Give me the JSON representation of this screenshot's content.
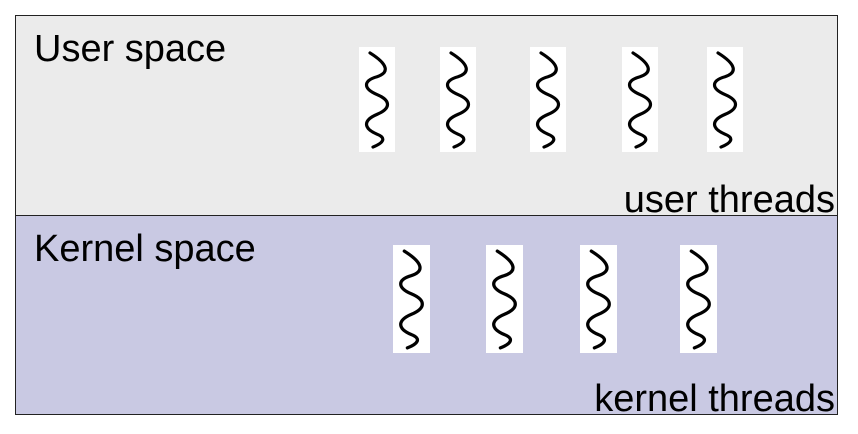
{
  "colors": {
    "user_space_fill": "#ebebeb",
    "kernel_space_fill": "#c9c9e3",
    "border": "#222222",
    "thread_stroke": "#000000",
    "thread_background": "#ffffff"
  },
  "user_space": {
    "title": "User space",
    "caption": "user threads",
    "thread_count": 5,
    "thread_icon": "wavy-thread-icon"
  },
  "kernel_space": {
    "title": "Kernel space",
    "caption": "kernel threads",
    "thread_count": 4,
    "thread_icon": "wavy-thread-icon"
  }
}
